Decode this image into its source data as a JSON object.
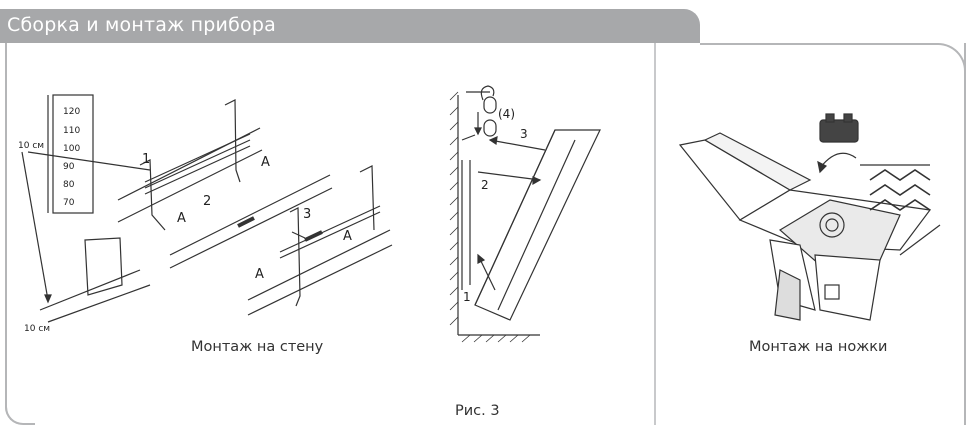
{
  "header": {
    "title": "Сборка и монтаж прибора"
  },
  "wall_mount": {
    "caption": "Монтаж на стену",
    "scale_labels": [
      "120",
      "110",
      "100",
      "90",
      "80",
      "70"
    ],
    "dimension_top": "10 см",
    "dimension_bottom": "10 см",
    "label_a": "A",
    "step_1": "1",
    "step_2": "2",
    "step_3": "3"
  },
  "side_view": {
    "step_1": "1",
    "step_2": "2",
    "step_3": "3",
    "step_4": "(4)"
  },
  "figure": {
    "caption": "Рис. 3"
  },
  "feet_mount": {
    "caption": "Монтаж на ножки"
  }
}
